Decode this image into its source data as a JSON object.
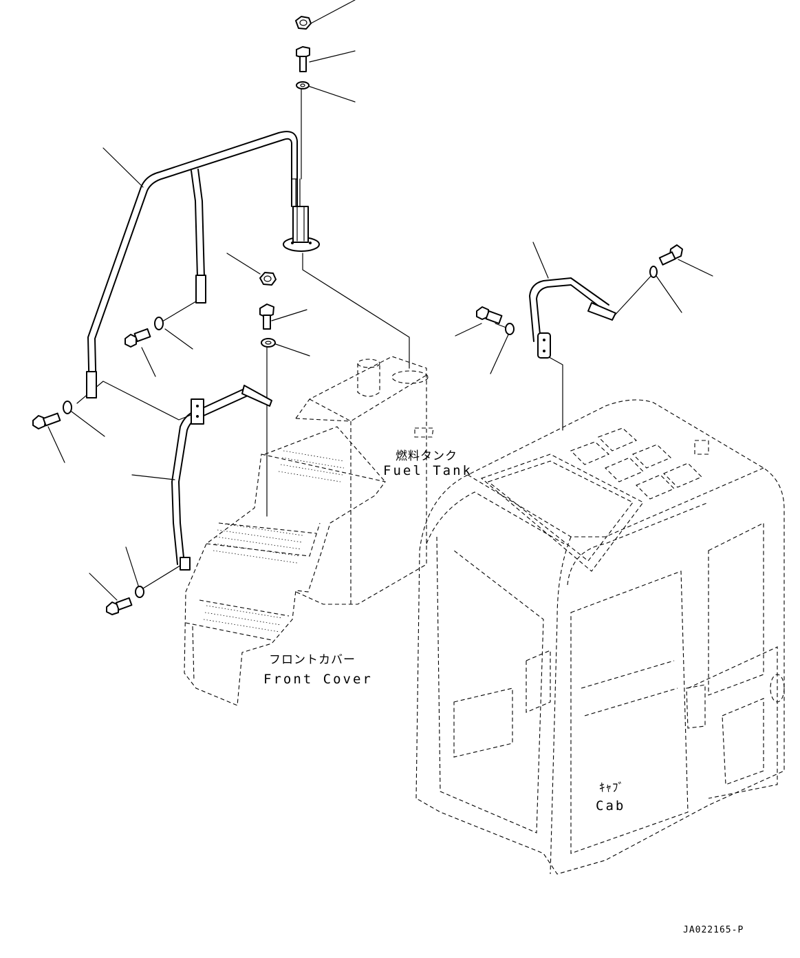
{
  "labels": {
    "fuel_tank_jp": "燃料タンク",
    "fuel_tank_en": "Fuel Tank",
    "front_cover_jp": "フロントカバー",
    "front_cover_en": "Front Cover",
    "cab_jp": "ｷｬﾌﾞ",
    "cab_en": "Cab"
  },
  "drawing_code": "JA022165-P"
}
